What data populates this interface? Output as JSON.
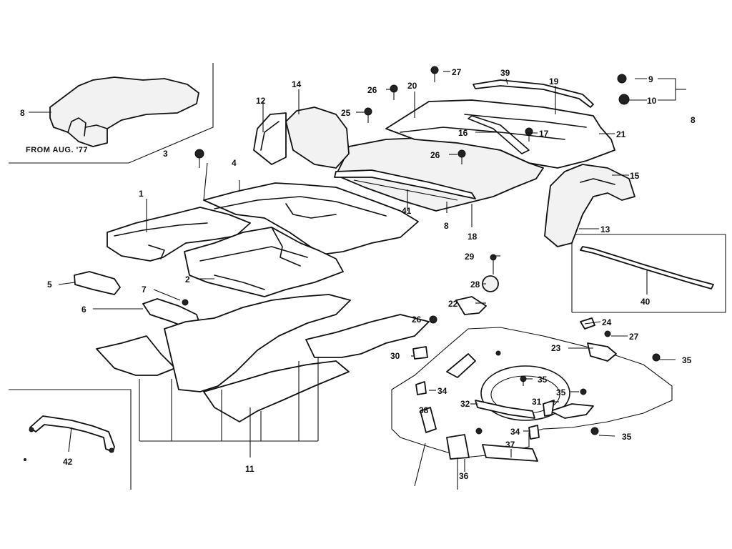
{
  "inset_note": "FROM AUG. '77",
  "callouts": {
    "n1": "1",
    "n2": "2",
    "n3": "3",
    "n4": "4",
    "n5": "5",
    "n6": "6",
    "n7": "7",
    "n8a": "8",
    "n8b": "8",
    "n8c": "8",
    "n9": "9",
    "n10": "10",
    "n11": "11",
    "n12": "12",
    "n13": "13",
    "n14": "14",
    "n15": "15",
    "n16": "16",
    "n17": "17",
    "n18": "18",
    "n19": "19",
    "n20": "20",
    "n21": "21",
    "n22": "22",
    "n23": "23",
    "n24": "24",
    "n25": "25",
    "n26a": "26",
    "n26b": "26",
    "n26c": "26",
    "n27a": "27",
    "n27b": "27",
    "n28": "28",
    "n29": "29",
    "n30": "30",
    "n31": "31",
    "n32": "32",
    "n34a": "34",
    "n34b": "34",
    "n35a": "35",
    "n35b": "35",
    "n35c": "35",
    "n35d": "35",
    "n36": "36",
    "n37": "37",
    "n38": "38",
    "n39": "39",
    "n40": "40",
    "n41": "41",
    "n42": "42"
  }
}
